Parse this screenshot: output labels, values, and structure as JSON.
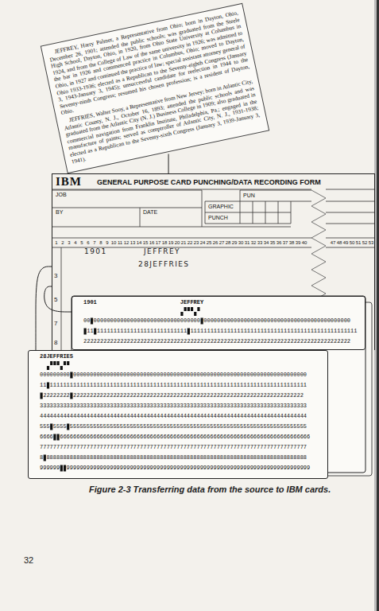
{
  "diagram": {
    "caption": "Figure 2-3 Transferring data from the source to IBM cards.",
    "nodes": [
      {
        "text": [
          "JEFFREY, Harry Palmer, a Representative from Ohio; born in Dayton, Ohio, December 26, 1901; attended the public schools; was graduated from the Steele High School, Dayton, Ohio, in 1920, from Ohio State University at Columbus in 1924, and from the College of Law of the same university in 1926; was admitted to the bar in 1926 and commenced practice in Columbus, Ohio; moved to Dayton, Ohio, in 1927 and continued the practice of law; special assistant attorney general of Ohio 1933-1936; elected as a Republican to the Seventy-eighth Congress (January 3, 1943-January 3, 1945); unsuccessful candidate for reelection in 1944 to the Seventy-ninth Congress; resumed his chosen profession; is a resident of Dayton, Ohio.",
          "JEFFRIES, Walter Sooy, a Representative from New Jersey; born in Atlantic City, Atlantic County, N. J., October 16, 1893; attended the public schools and was graduated from the Atlantic City (N. J.) Business College in 1909; also graduated in commercial navigation from Franklin Institute, Philadelphia, Pa.; engaged in the manufacture of paints; served as comptroller of Atlantic City, N. J., 1931-1938; elected as a Republican to the Seventy-sixth Congress (January 3, 1939-January 3, 1941)."
        ]
      },
      {
        "text": [
          "IBM",
          "GENERAL PURPOSE CARD PUNCHING/DATA RECORDING FORM",
          "JOB",
          "BY",
          "DATE",
          "GRAPHIC",
          "PUNCH",
          "PUN",
          "1901",
          "JEFFREY",
          "28JEFFRIES"
        ]
      },
      {
        "text": [
          "1",
          "2",
          "3",
          "4",
          "5",
          "6",
          "7",
          "8",
          "9",
          "10",
          "11",
          "12",
          "13",
          "14",
          "15",
          "16",
          "17",
          "18",
          "19",
          "20",
          "21",
          "22",
          "23",
          "24",
          "25",
          "26",
          "27",
          "28",
          "29",
          "30",
          "31",
          "32",
          "33",
          "34",
          "35",
          "36",
          "37",
          "38",
          "39",
          "40",
          "47",
          "48",
          "49",
          "50",
          "51",
          "52",
          "53"
        ],
        "in": 1
      },
      {
        "text": [
          "1901",
          "JEFFREY",
          "00 00000000000000000000000000000000 00000000000000000000000000000000000000000000",
          " 11 111111111111111111111111111 11111111111111111111111111111111111111111111111111",
          "22222222222222222222222222222222222222222222222222222222222222222222222222222222"
        ]
      },
      {
        "text": [
          "28JEFFRIES",
          "000000000 0000000000000000000000000000000000000000000000000000000000000000000000",
          "11 11111111111111111111111111111111111111111111111111111111111111111111111111111",
          " 22222222 222222222222222222222222222222222222222222222222222222222222222222222",
          "33333333333333333333333333333333333333333333333333333333333333333333333333333333",
          "44444444444444444444444444444444444444444444444444444444444444444444444444444444",
          "555 5555 55555555555555555555555555555555555555555555555555555555555555555555555",
          "6666  666666666666666666666666666666666666666666666666666666666666666666666666666",
          "77777777777777777777777777777777777777777777777777777777777777777777777777777777",
          "8 888888888888888888888888888888888888888888888888888888888888888888888888888888",
          "999999  9999999999999999999999999999999999999999999999999999999999999999999999999"
        ]
      }
    ],
    "edges": [
      {
        "from": 0,
        "to": 1,
        "arrow": "none"
      },
      {
        "from": 1,
        "to": 3,
        "arrow": "none"
      },
      {
        "from": 1,
        "to": 4,
        "arrow": "none"
      }
    ],
    "labels": [
      "3",
      "5",
      "7",
      "8",
      "32"
    ]
  }
}
